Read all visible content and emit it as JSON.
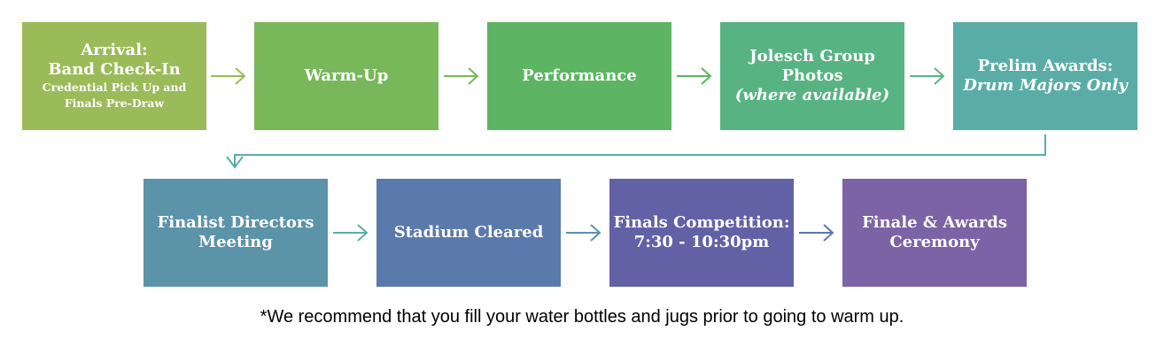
{
  "steps": [
    {
      "lines": [
        "Arrival:",
        "Band Check-In"
      ],
      "sub": [
        "Credential Pick Up and",
        "Finals Pre-Draw"
      ],
      "color": "#9bbb59"
    },
    {
      "lines": [
        "Warm-Up"
      ],
      "color": "#79b75b"
    },
    {
      "lines": [
        "Performance"
      ],
      "color": "#5db563"
    },
    {
      "lines": [
        "Jolesch Group",
        "Photos"
      ],
      "italic": [
        "(where available)"
      ],
      "color": "#58b382"
    },
    {
      "lines": [
        "Prelim Awards:"
      ],
      "italic": [
        "Drum Majors Only"
      ],
      "color": "#5aada6"
    },
    {
      "lines": [
        "Finalist Directors",
        "Meeting"
      ],
      "color": "#5b93a9"
    },
    {
      "lines": [
        "Stadium Cleared"
      ],
      "color": "#5a7aab"
    },
    {
      "lines": [
        "Finals Competition:",
        "7:30 - 10:30pm"
      ],
      "color": "#6361a6"
    },
    {
      "lines": [
        "Finale & Awards",
        "Ceremony"
      ],
      "color": "#7b63a5"
    }
  ],
  "arrow_colors": [
    "#9bbb59",
    "#79b75b",
    "#5db563",
    "#58b382",
    "#5aada6",
    "#5b93a9",
    "#5a7aab",
    "#6361a6"
  ],
  "footnote": "*We recommend that you fill your water bottles and jugs prior to going to warm up."
}
